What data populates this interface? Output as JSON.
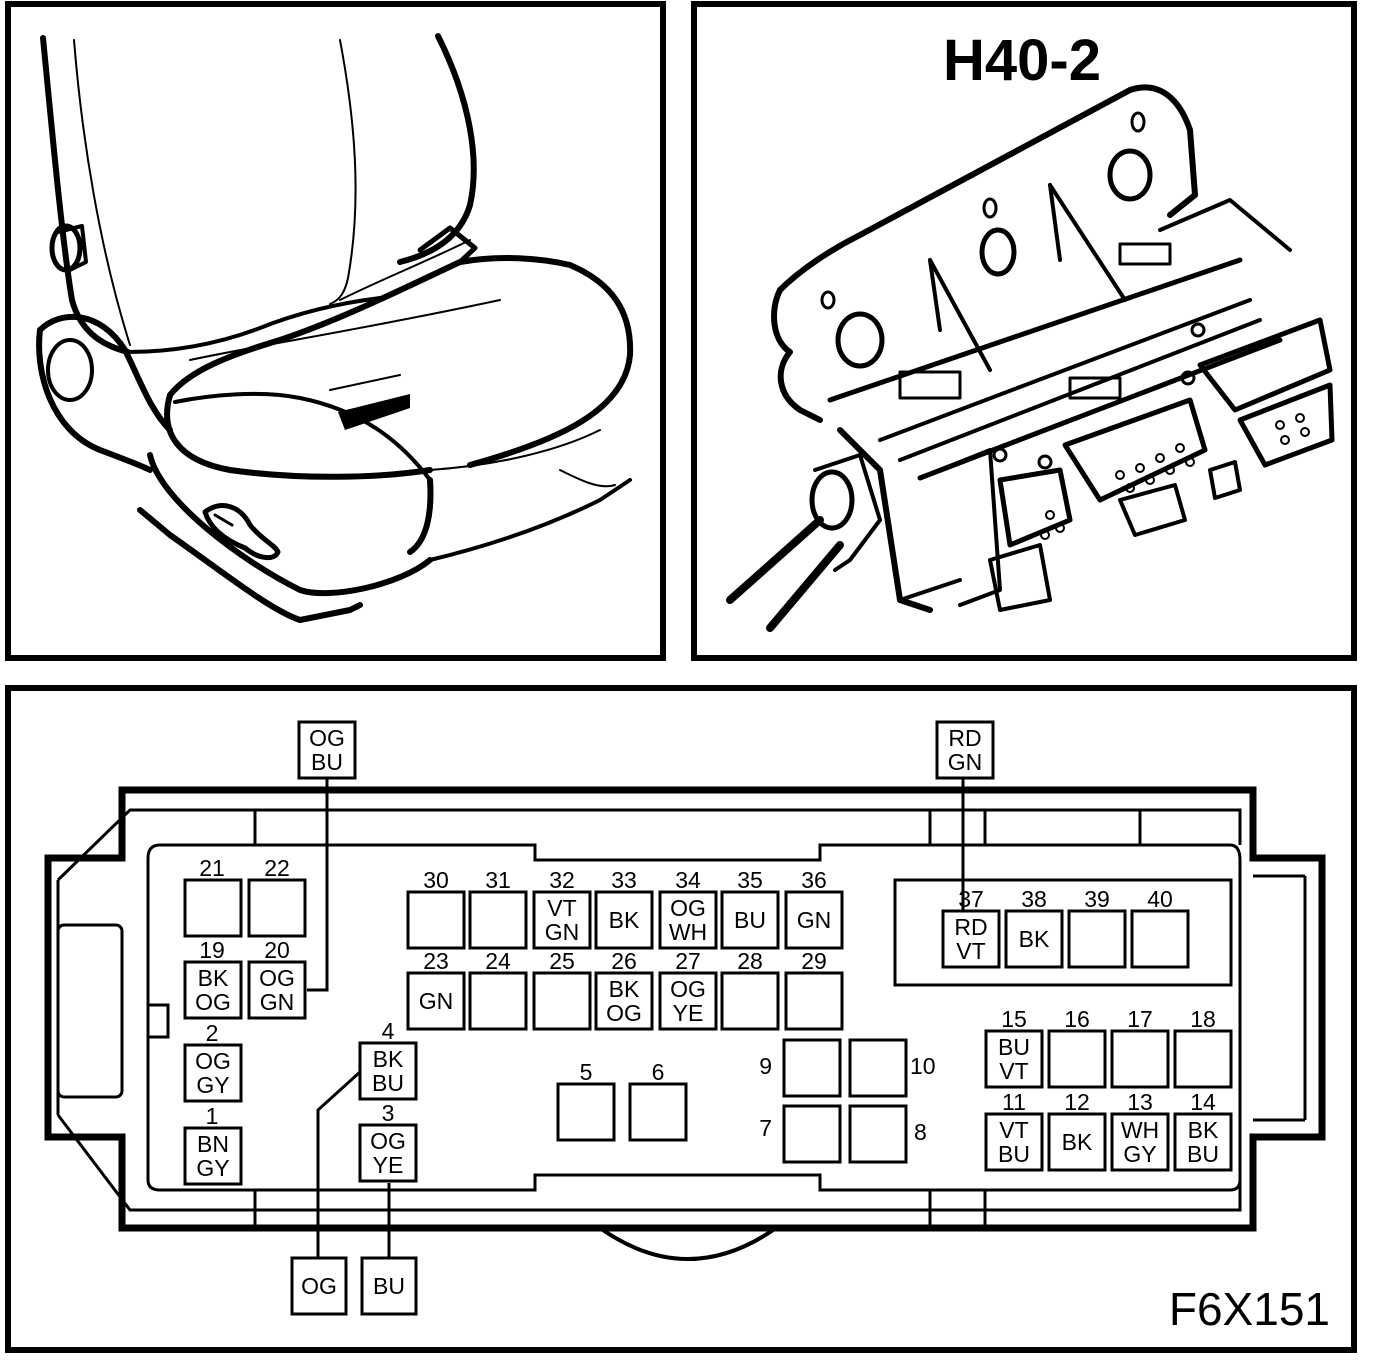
{
  "header": {
    "connector_id": "H40-2"
  },
  "footer": {
    "figure_id": "F6X151"
  },
  "colors": {
    "line": "#000000",
    "background": "#ffffff"
  },
  "pins": [
    {
      "num": "21",
      "color": []
    },
    {
      "num": "22",
      "color": []
    },
    {
      "num": "19",
      "color": [
        "BK",
        "OG"
      ]
    },
    {
      "num": "20",
      "color": [
        "OG",
        "GN"
      ]
    },
    {
      "num": "2",
      "color": [
        "OG",
        "GY"
      ]
    },
    {
      "num": "1",
      "color": [
        "BN",
        "GY"
      ]
    },
    {
      "num": "4",
      "color": [
        "BK",
        "BU"
      ]
    },
    {
      "num": "3",
      "color": [
        "OG",
        "YE"
      ]
    },
    {
      "num": "30",
      "color": []
    },
    {
      "num": "31",
      "color": []
    },
    {
      "num": "32",
      "color": [
        "VT",
        "GN"
      ]
    },
    {
      "num": "33",
      "color": [
        "BK"
      ]
    },
    {
      "num": "34",
      "color": [
        "OG",
        "WH"
      ]
    },
    {
      "num": "35",
      "color": [
        "BU"
      ]
    },
    {
      "num": "36",
      "color": [
        "GN"
      ]
    },
    {
      "num": "23",
      "color": [
        "GN"
      ]
    },
    {
      "num": "24",
      "color": []
    },
    {
      "num": "25",
      "color": []
    },
    {
      "num": "26",
      "color": [
        "BK",
        "OG"
      ]
    },
    {
      "num": "27",
      "color": [
        "OG",
        "YE"
      ]
    },
    {
      "num": "28",
      "color": []
    },
    {
      "num": "29",
      "color": []
    },
    {
      "num": "5",
      "color": []
    },
    {
      "num": "6",
      "color": []
    },
    {
      "num": "9",
      "color": []
    },
    {
      "num": "10",
      "color": []
    },
    {
      "num": "7",
      "color": []
    },
    {
      "num": "8",
      "color": []
    },
    {
      "num": "37",
      "color": [
        "RD",
        "VT"
      ]
    },
    {
      "num": "38",
      "color": [
        "BK"
      ]
    },
    {
      "num": "39",
      "color": []
    },
    {
      "num": "40",
      "color": []
    },
    {
      "num": "15",
      "color": [
        "BU",
        "VT"
      ]
    },
    {
      "num": "16",
      "color": []
    },
    {
      "num": "17",
      "color": []
    },
    {
      "num": "18",
      "color": []
    },
    {
      "num": "11",
      "color": [
        "VT",
        "BU"
      ]
    },
    {
      "num": "12",
      "color": [
        "BK"
      ]
    },
    {
      "num": "13",
      "color": [
        "WH",
        "GY"
      ]
    },
    {
      "num": "14",
      "color": [
        "BK",
        "BU"
      ]
    }
  ],
  "external_labels": [
    {
      "id": "top-left",
      "color": [
        "OG",
        "BU"
      ]
    },
    {
      "id": "top-right",
      "color": [
        "RD",
        "GN"
      ]
    },
    {
      "id": "bottom-left",
      "color": [
        "OG"
      ]
    },
    {
      "id": "bottom-right",
      "color": [
        "BU"
      ]
    }
  ]
}
